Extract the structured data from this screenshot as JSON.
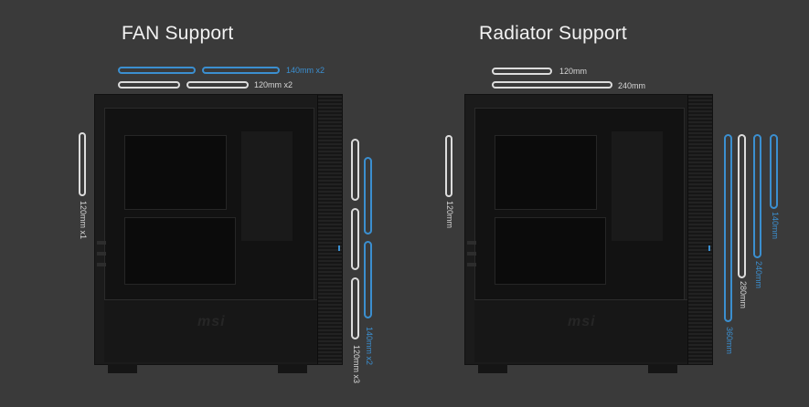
{
  "fan": {
    "title": "FAN Support",
    "top_labels": {
      "l140": "140mm x2",
      "l120": "120mm x2"
    },
    "rear_label": "120mm x1",
    "front_labels": {
      "l140": "140mm x2",
      "l120": "120mm x3"
    }
  },
  "radiator": {
    "title": "Radiator Support",
    "top_labels": {
      "l120": "120mm",
      "l240": "240mm"
    },
    "rear_label": "120mm",
    "front_labels": {
      "l140": "140mm",
      "l240": "240mm",
      "l280": "280mm",
      "l360": "360mm"
    }
  },
  "brand": {
    "logo": "msi"
  },
  "colors": {
    "background": "#3a3a3a",
    "accent_blue": "#3b8fd0",
    "outline_white": "#dcdcdc"
  }
}
